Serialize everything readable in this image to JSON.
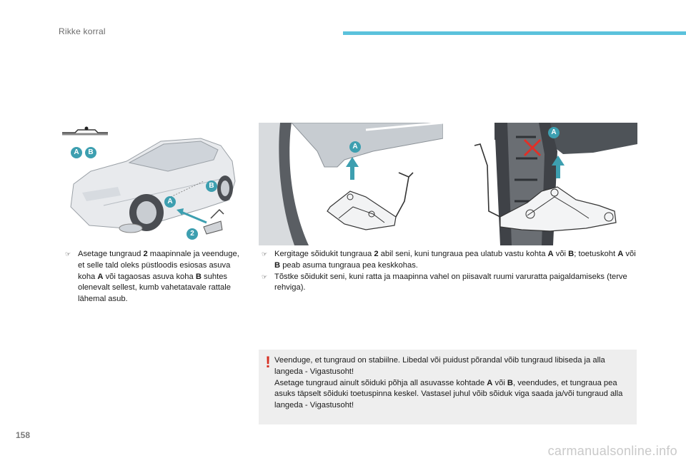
{
  "header": {
    "section_title": "Rikke korral"
  },
  "page_number": "158",
  "figure_labels": {
    "car": [
      "A",
      "B",
      "A",
      "B",
      "2"
    ],
    "jack": [
      "A"
    ],
    "tyre": [
      "A"
    ]
  },
  "instructions_left": [
    {
      "segments": [
        "Asetage tungraud ",
        "2",
        " maapinnale ja veenduge, et selle tald oleks püstloodis esiosas asuva koha ",
        "A",
        " või tagaosas asuva koha ",
        "B",
        " suhtes olenevalt sellest, kumb vahetatavale rattale lähemal asub."
      ]
    }
  ],
  "instructions_right": [
    {
      "segments": [
        "Kergitage sõidukit tungraua ",
        "2",
        " abil seni, kuni tungraua pea ulatub vastu kohta ",
        "A",
        " või ",
        "B",
        "; toetuskoht ",
        "A",
        " või ",
        "B",
        " peab asuma tungraua pea keskkohas."
      ]
    },
    {
      "segments": [
        "Tõstke sõidukit seni, kuni ratta ja maapinna vahel on piisavalt ruumi varuratta paigaldamiseks (terve rehviga)."
      ]
    }
  ],
  "warning": {
    "mark": "!",
    "para1": "Veenduge, et tungraud on stabiilne. Libedal või puidust põrandal võib tungraud libiseda ja alla langeda - Vigastusoht!",
    "para2_segments": [
      "Asetage tungraud ainult sõiduki põhja all asuvasse kohtade ",
      "A",
      " või ",
      "B",
      ", veendudes, et tungraua pea asuks täpselt sõiduki toetuspinna keskel. Vastasel juhul võib sõiduk viga saada ja/või tungraud alla langeda - Vigastusoht!"
    ]
  },
  "watermark": "carmanualsonline.info",
  "colors": {
    "accent": "#5bc2dc",
    "badge": "#3d9fb0",
    "warning_mark": "#d62d20",
    "warning_bg": "#eeeeee"
  }
}
